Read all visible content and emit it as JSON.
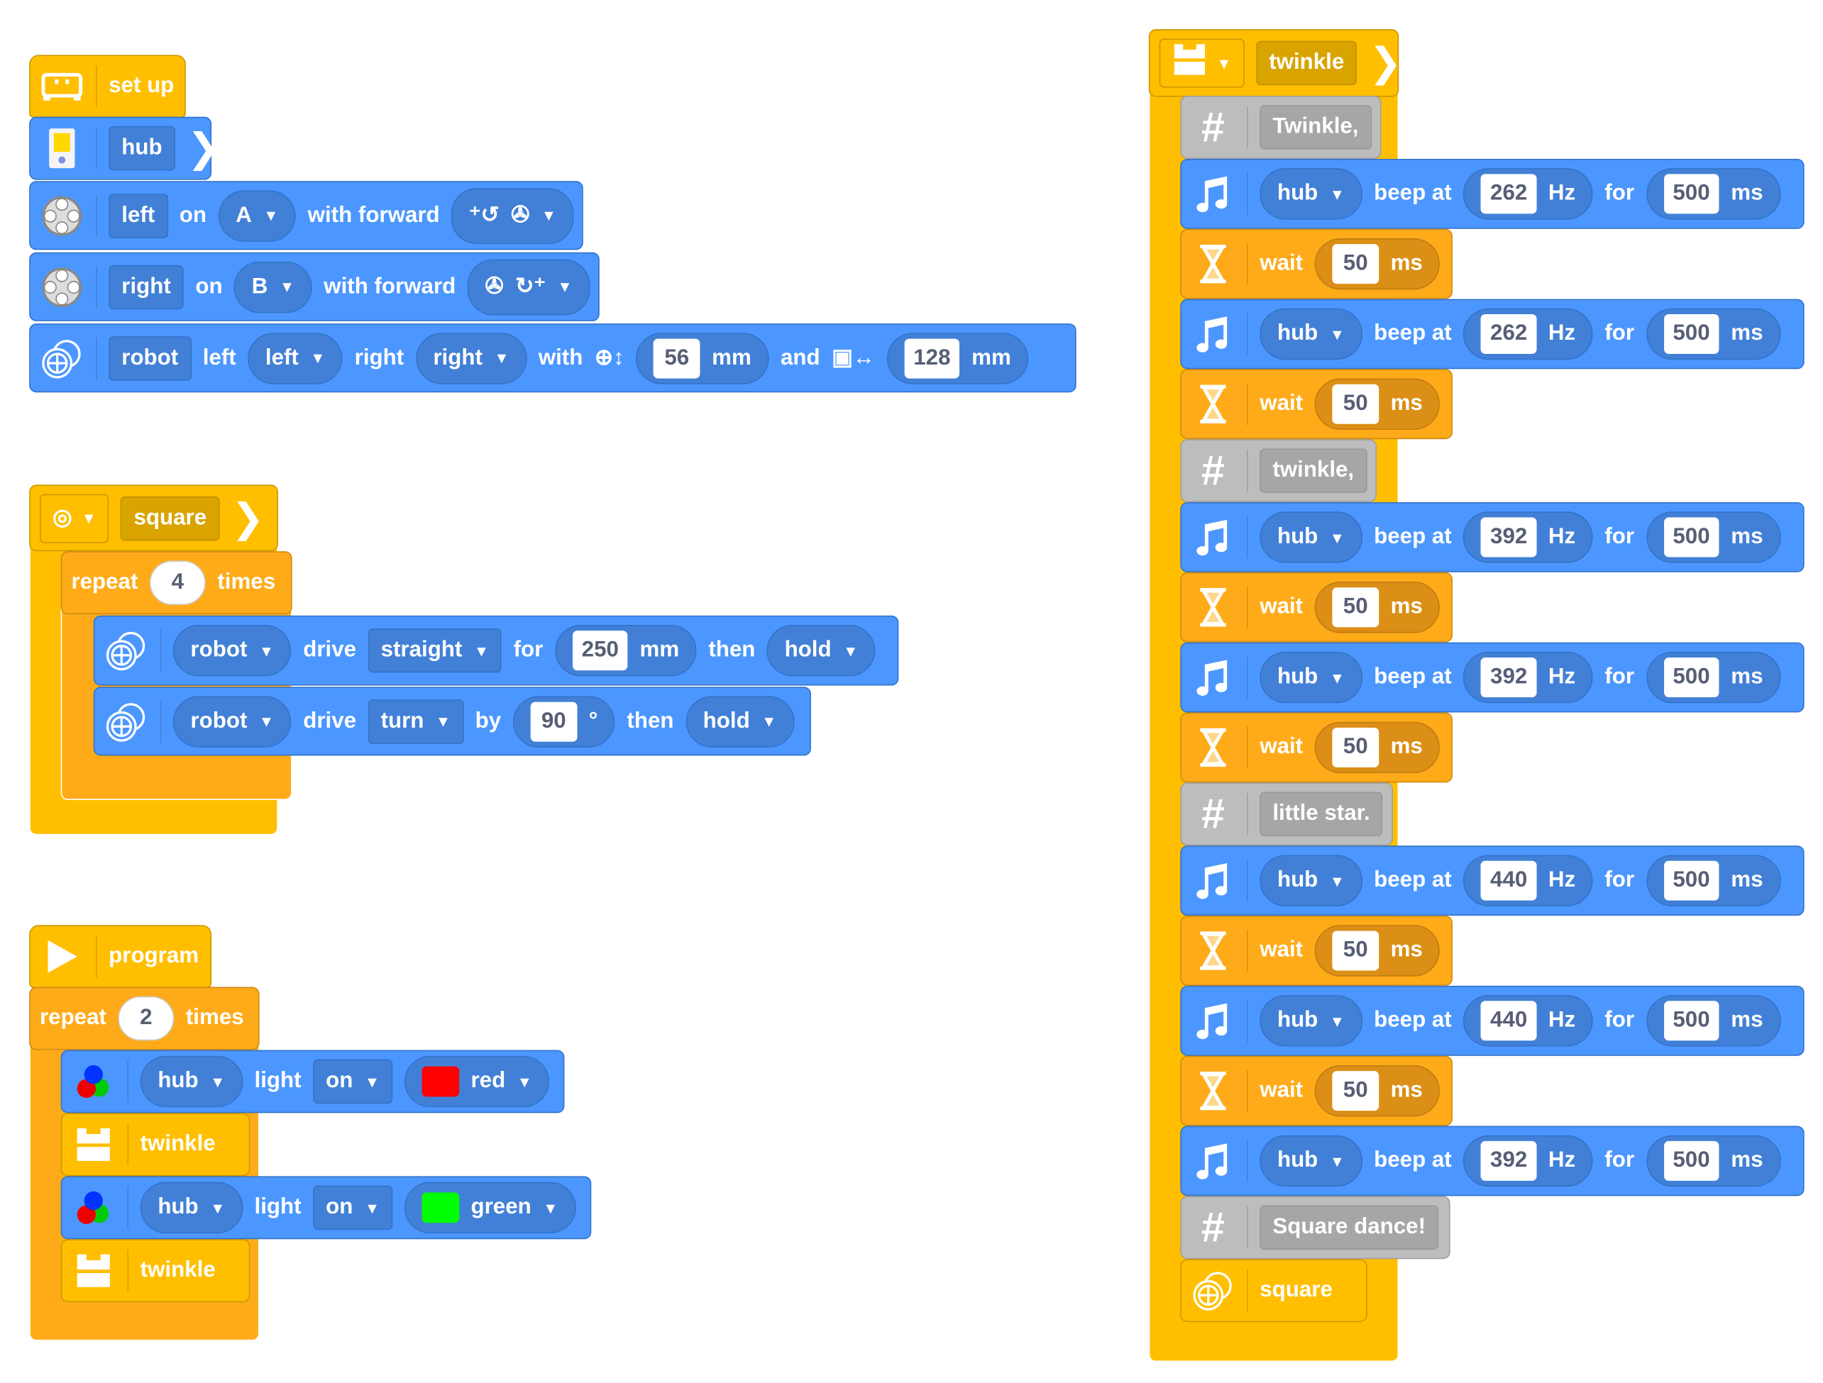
{
  "setup": {
    "label": "set up",
    "hub": {
      "name": "hub"
    },
    "left": {
      "name": "left",
      "on": "on",
      "port": "A",
      "with": "with forward"
    },
    "right": {
      "name": "right",
      "on": "on",
      "port": "B",
      "with": "with forward"
    },
    "robot": {
      "name": "robot",
      "left_label": "left",
      "left_value": "left",
      "right_label": "right",
      "right_value": "right",
      "with": "with",
      "wheel": "56",
      "wheel_unit": "mm",
      "and": "and",
      "axle": "128",
      "axle_unit": "mm"
    }
  },
  "square": {
    "name": "square",
    "repeat": {
      "label": "repeat",
      "count": "4",
      "times": "times"
    },
    "drive1": {
      "robot": "robot",
      "drive": "drive",
      "mode": "straight",
      "for": "for",
      "value": "250",
      "unit": "mm",
      "then": "then",
      "stop": "hold"
    },
    "drive2": {
      "robot": "robot",
      "drive": "drive",
      "mode": "turn",
      "by": "by",
      "value": "90",
      "unit": "°",
      "then": "then",
      "stop": "hold"
    }
  },
  "program": {
    "label": "program",
    "repeat": {
      "label": "repeat",
      "count": "2",
      "times": "times"
    },
    "light1": {
      "hub": "hub",
      "light": "light",
      "state": "on",
      "color_name": "red",
      "color": "#FF0000"
    },
    "call1": "twinkle",
    "light2": {
      "hub": "hub",
      "light": "light",
      "state": "on",
      "color_name": "green",
      "color": "#00FF00"
    },
    "call2": "twinkle"
  },
  "twinkle": {
    "name": "twinkle",
    "blocks": [
      {
        "type": "comment",
        "text": "Twinkle,"
      },
      {
        "type": "beep",
        "hub": "hub",
        "beep": "beep at",
        "freq": "262",
        "hz": "Hz",
        "for": "for",
        "dur": "500",
        "ms": "ms"
      },
      {
        "type": "wait",
        "wait": "wait",
        "value": "50",
        "ms": "ms"
      },
      {
        "type": "beep",
        "hub": "hub",
        "beep": "beep at",
        "freq": "262",
        "hz": "Hz",
        "for": "for",
        "dur": "500",
        "ms": "ms"
      },
      {
        "type": "wait",
        "wait": "wait",
        "value": "50",
        "ms": "ms"
      },
      {
        "type": "comment",
        "text": "twinkle,"
      },
      {
        "type": "beep",
        "hub": "hub",
        "beep": "beep at",
        "freq": "392",
        "hz": "Hz",
        "for": "for",
        "dur": "500",
        "ms": "ms"
      },
      {
        "type": "wait",
        "wait": "wait",
        "value": "50",
        "ms": "ms"
      },
      {
        "type": "beep",
        "hub": "hub",
        "beep": "beep at",
        "freq": "392",
        "hz": "Hz",
        "for": "for",
        "dur": "500",
        "ms": "ms"
      },
      {
        "type": "wait",
        "wait": "wait",
        "value": "50",
        "ms": "ms"
      },
      {
        "type": "comment",
        "text": "little star."
      },
      {
        "type": "beep",
        "hub": "hub",
        "beep": "beep at",
        "freq": "440",
        "hz": "Hz",
        "for": "for",
        "dur": "500",
        "ms": "ms"
      },
      {
        "type": "wait",
        "wait": "wait",
        "value": "50",
        "ms": "ms"
      },
      {
        "type": "beep",
        "hub": "hub",
        "beep": "beep at",
        "freq": "440",
        "hz": "Hz",
        "for": "for",
        "dur": "500",
        "ms": "ms"
      },
      {
        "type": "wait",
        "wait": "wait",
        "value": "50",
        "ms": "ms"
      },
      {
        "type": "beep",
        "hub": "hub",
        "beep": "beep at",
        "freq": "392",
        "hz": "Hz",
        "for": "for",
        "dur": "500",
        "ms": "ms"
      },
      {
        "type": "comment",
        "text": "Square dance!"
      },
      {
        "type": "call",
        "text": "square"
      }
    ]
  }
}
